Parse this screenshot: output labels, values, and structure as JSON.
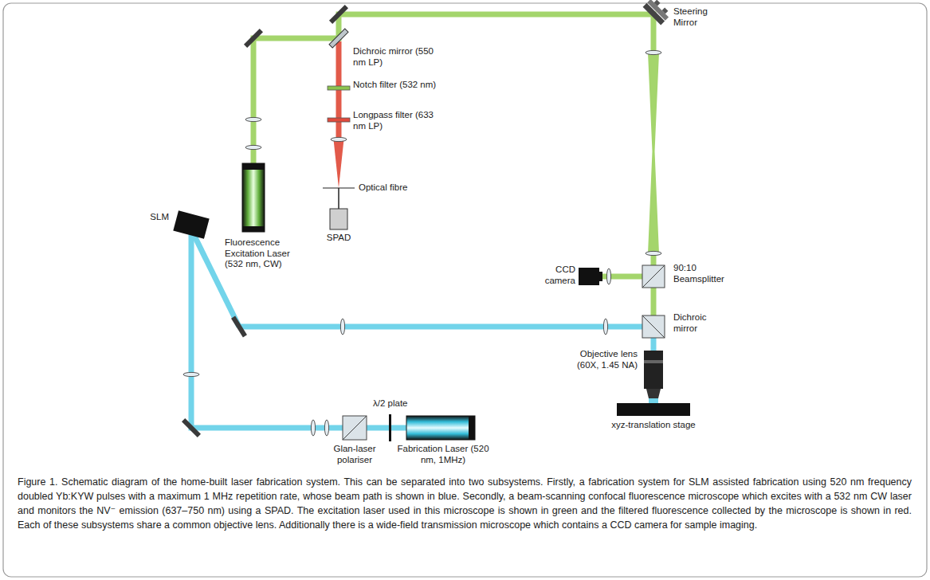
{
  "diagram": {
    "caption": "Figure 1. Schematic diagram of the home-built laser fabrication system. This can be separated into two subsystems. Firstly, a fabrication system for SLM assisted fabrication using 520 nm frequency doubled Yb:KYW pulses with a maximum 1 MHz repetition rate, whose beam path is shown in blue. Secondly, a beam-scanning confocal fluorescence microscope which excites with a 532 nm CW laser and monitors the NV⁻ emission (637–750 nm) using a SPAD. The excitation laser used in this microscope is shown in green and the filtered fluorescence collected by the microscope is shown in red. Each of these subsystems share a common objective lens. Additionally there is a wide-field transmission microscope which contains a CCD camera for sample imaging.",
    "labels": [
      "Steering Mirror",
      "Dichroic mirror (550 nm LP)",
      "Notch filter (532 nm)",
      "Longpass filter (633 nm LP)",
      "Optical fibre",
      "SPAD",
      "SLM",
      "Fluorescence Excitation Laser (532 nm, CW)",
      "CCD camera",
      "90:10 Beamsplitter",
      "Dichroic mirror",
      "Objective lens (60X, 1.45 NA)",
      "xyz-translation stage",
      "λ/2 plate",
      "Glan-laser polariser",
      "Fabrication Laser (520 nm, 1MHz)"
    ]
  }
}
